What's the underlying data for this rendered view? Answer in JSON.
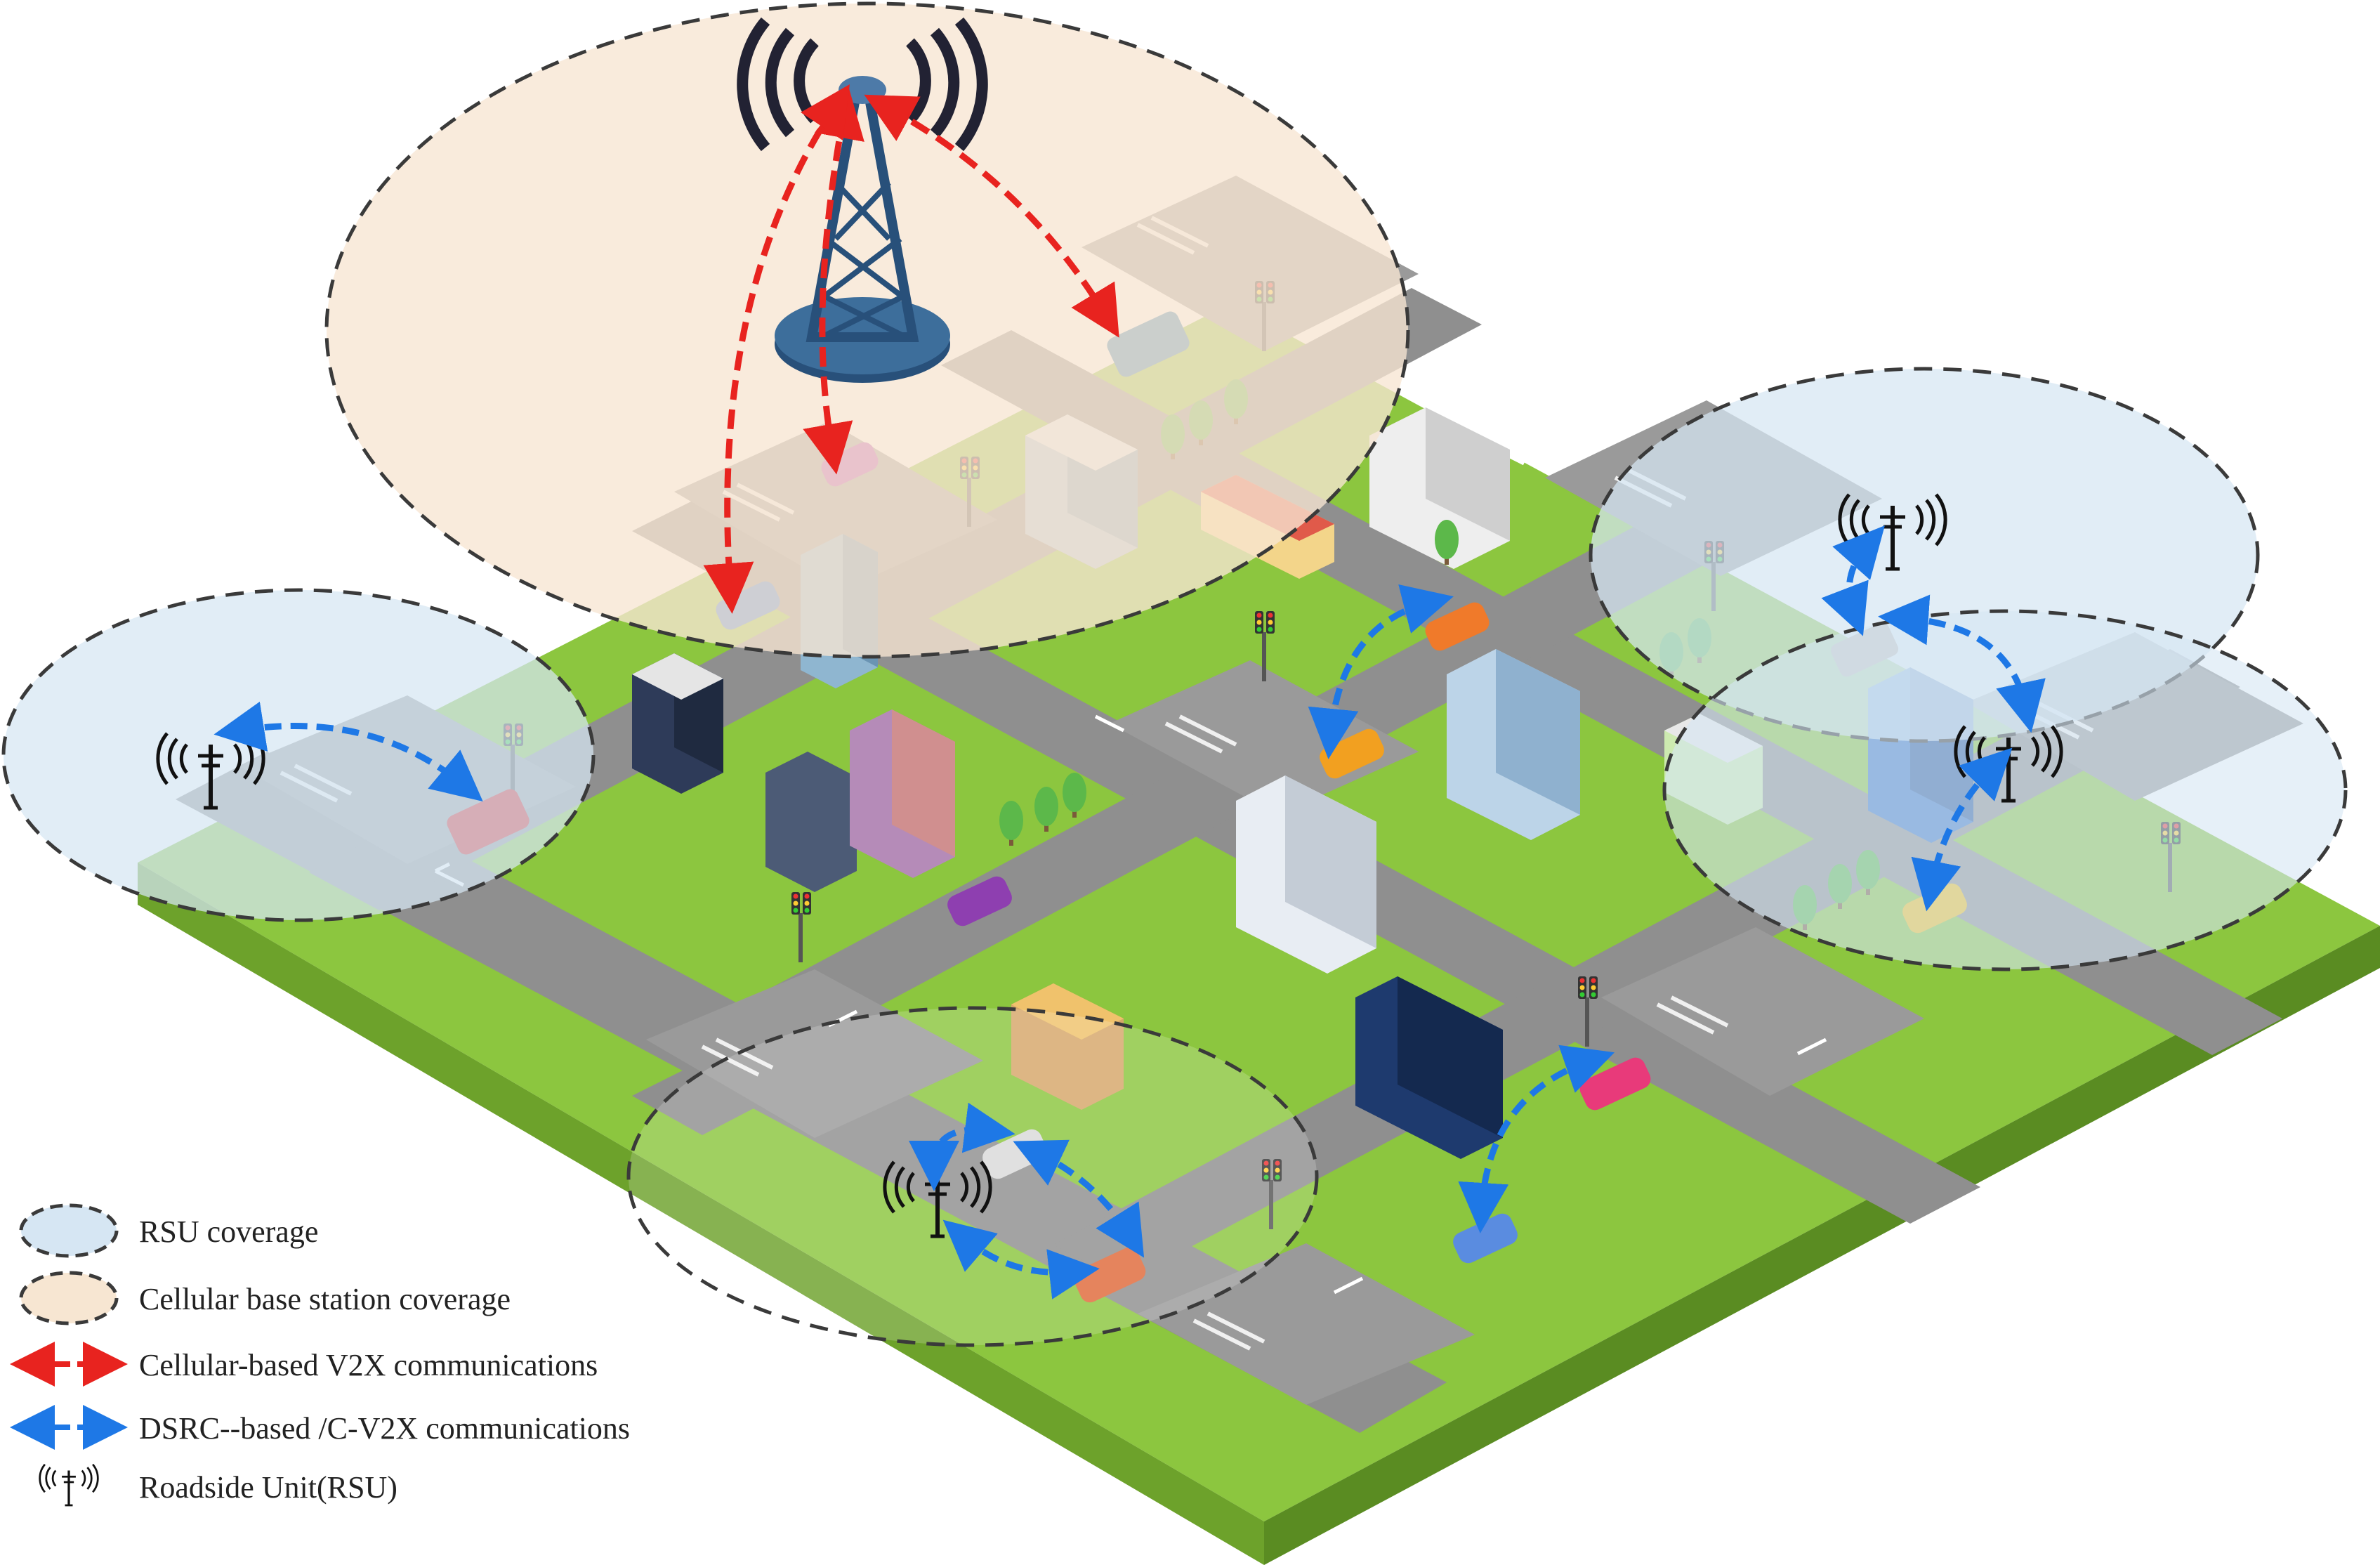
{
  "legend": {
    "items": [
      {
        "id": "rsu_coverage",
        "label": "RSU coverage",
        "fill": "#d6e6f3",
        "stroke": "#3a3a3a"
      },
      {
        "id": "cellular_coverage",
        "label": "Cellular base station coverage",
        "fill": "#f7e6d2",
        "stroke": "#3a3a3a"
      },
      {
        "id": "cellular_v2x",
        "label": "Cellular-based V2X communications",
        "color": "#e8231f"
      },
      {
        "id": "dsrc_v2x",
        "label": "DSRC--based /C-V2X communications",
        "color": "#1e78e6"
      },
      {
        "id": "rsu",
        "label": "Roadside Unit(RSU)",
        "icon": "rsu-antenna-icon"
      }
    ]
  },
  "colors": {
    "ground": "#8cc63f",
    "ground_side": "#6da22b",
    "road": "#8f8f8f",
    "road_dark": "#6e6e6e",
    "road_marking": "#ffffff",
    "cellular_link": "#e8231f",
    "dsrc_link": "#1e78e6"
  },
  "scene": {
    "base_station_icon": "cell-tower-icon",
    "rsu_count": 4,
    "traffic_light_icon": "traffic-light-icon",
    "vehicle_icon": "car-icon",
    "building_icon": "building-icon",
    "tree_icon": "tree-icon"
  }
}
